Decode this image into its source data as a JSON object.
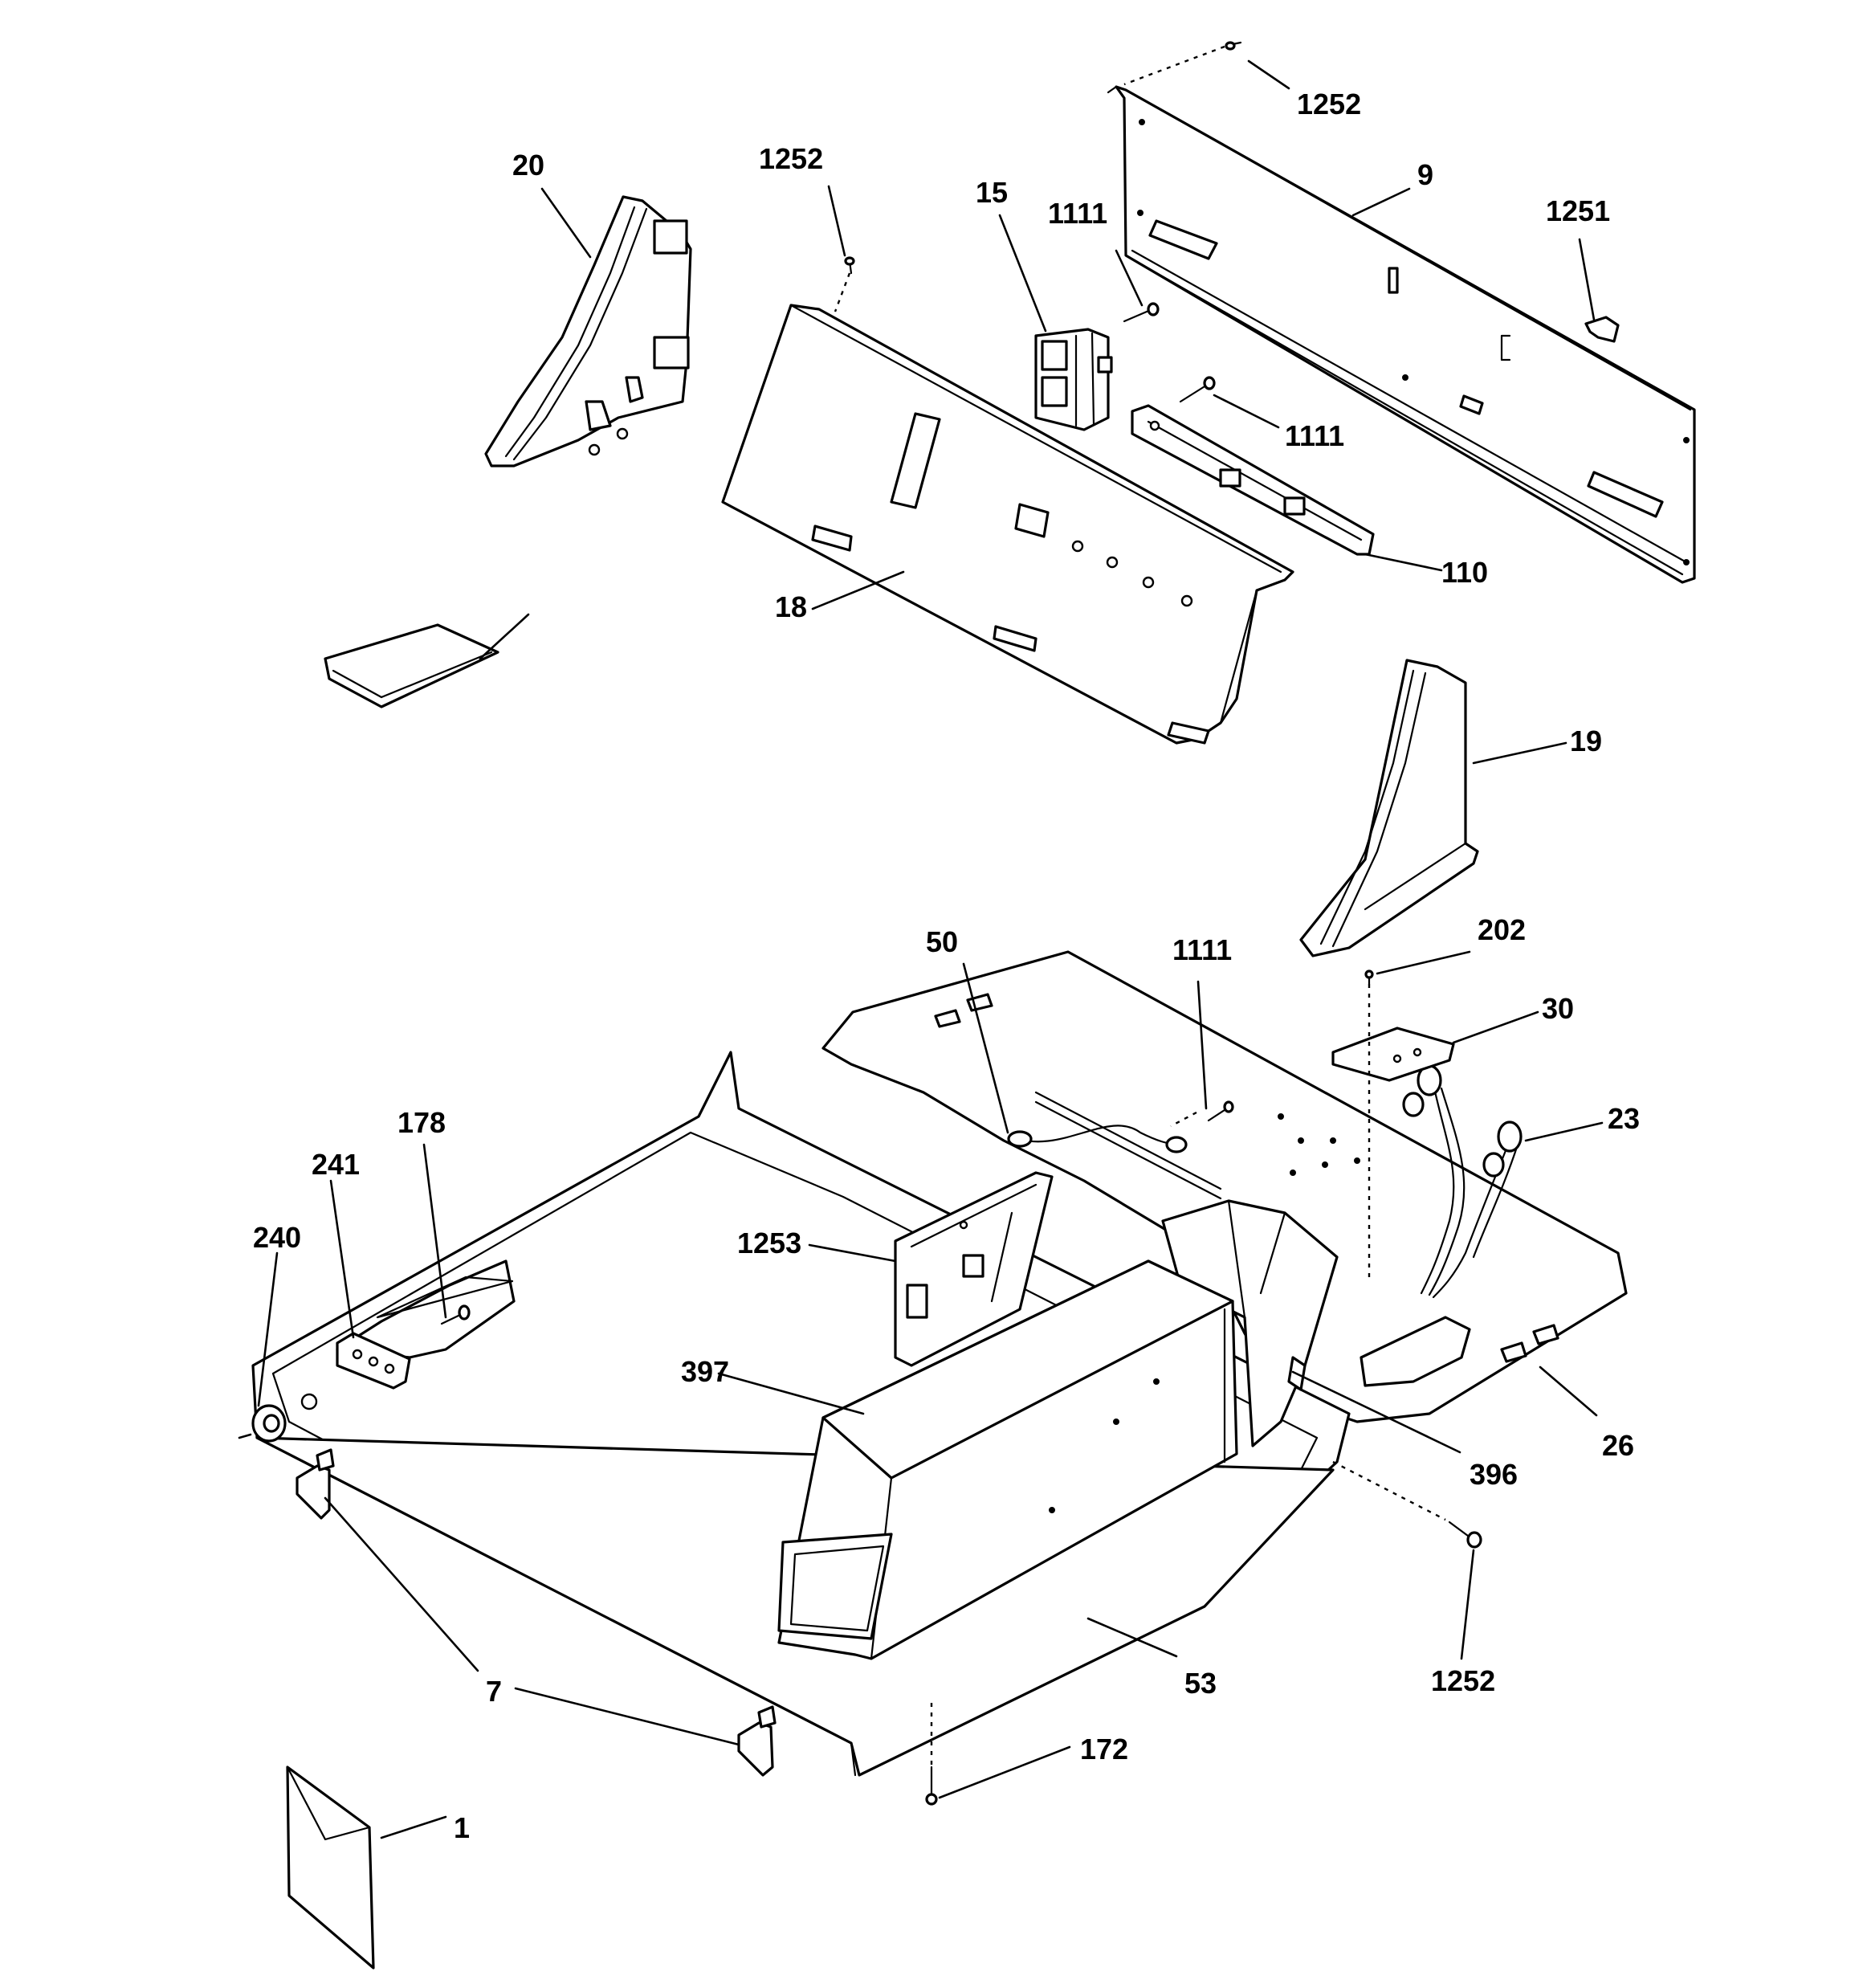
{
  "callouts": [
    {
      "id": "c1252a",
      "text": "1252"
    },
    {
      "id": "c9",
      "text": "9"
    },
    {
      "id": "c1251",
      "text": "1251"
    },
    {
      "id": "c20",
      "text": "20"
    },
    {
      "id": "c1252b",
      "text": "1252"
    },
    {
      "id": "c15",
      "text": "15"
    },
    {
      "id": "c1111a",
      "text": "1111"
    },
    {
      "id": "c1111b",
      "text": "1111"
    },
    {
      "id": "c110",
      "text": "110"
    },
    {
      "id": "c18",
      "text": "18"
    },
    {
      "id": "c19",
      "text": "19"
    },
    {
      "id": "c50",
      "text": "50"
    },
    {
      "id": "c1111c",
      "text": "1111"
    },
    {
      "id": "c202",
      "text": "202"
    },
    {
      "id": "c30",
      "text": "30"
    },
    {
      "id": "c23",
      "text": "23"
    },
    {
      "id": "c178",
      "text": "178"
    },
    {
      "id": "c241",
      "text": "241"
    },
    {
      "id": "c240",
      "text": "240"
    },
    {
      "id": "c1253",
      "text": "1253"
    },
    {
      "id": "c397",
      "text": "397"
    },
    {
      "id": "c396",
      "text": "396"
    },
    {
      "id": "c26",
      "text": "26"
    },
    {
      "id": "c1252c",
      "text": "1252"
    },
    {
      "id": "c7",
      "text": "7"
    },
    {
      "id": "c53",
      "text": "53"
    },
    {
      "id": "c172",
      "text": "172"
    },
    {
      "id": "c1",
      "text": "1"
    }
  ]
}
